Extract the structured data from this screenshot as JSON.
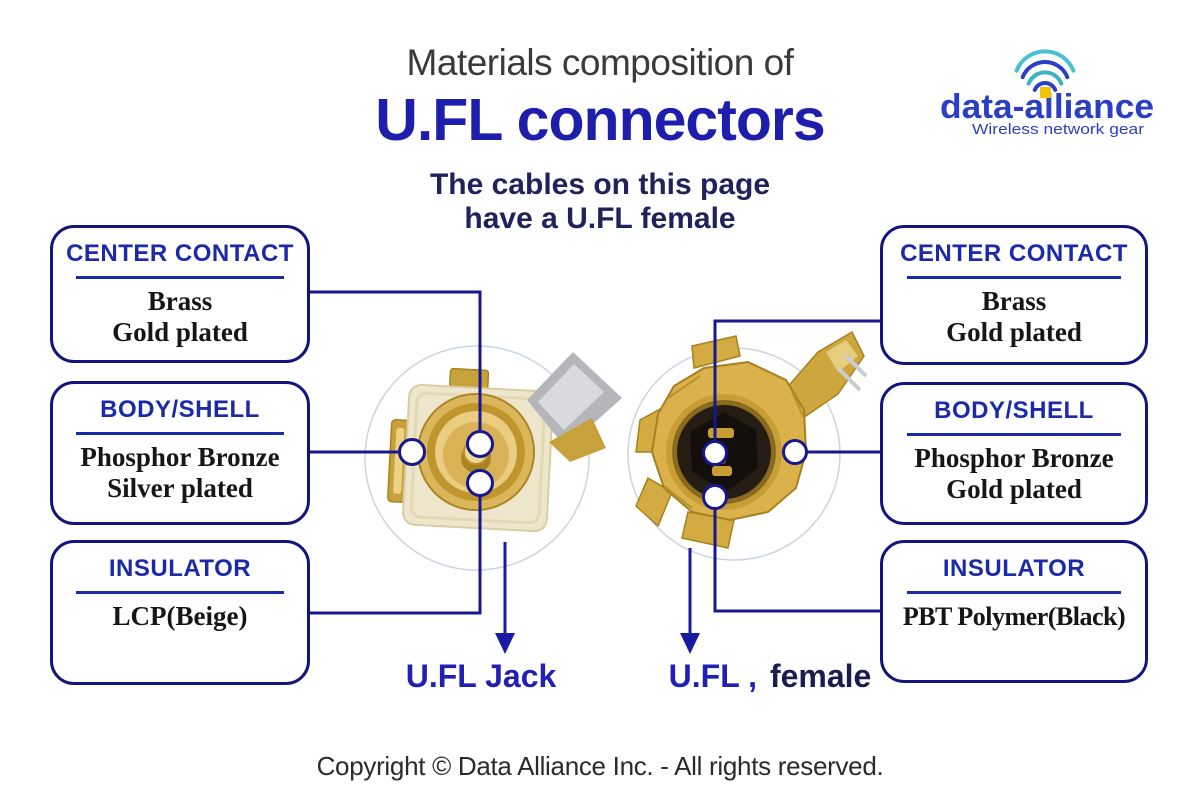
{
  "header": {
    "pretitle": "Materials composition of",
    "title": "U.FL connectors",
    "subtitle_line1": "The cables on this page",
    "subtitle_line2": "have a U.FL female"
  },
  "logo": {
    "name": "data-alliance",
    "tagline": "Wireless network gear"
  },
  "left_column": {
    "boxes": [
      {
        "heading": "CENTER CONTACT",
        "line1": "Brass",
        "line2": "Gold plated"
      },
      {
        "heading": "BODY/SHELL",
        "line1": "Phosphor Bronze",
        "line2": "Silver plated"
      },
      {
        "heading": "INSULATOR",
        "line1": "LCP(Beige)",
        "line2": ""
      }
    ]
  },
  "right_column": {
    "boxes": [
      {
        "heading": "CENTER CONTACT",
        "line1": "Brass",
        "line2": "Gold plated"
      },
      {
        "heading": "BODY/SHELL",
        "line1": "Phosphor Bronze",
        "line2": "Gold plated"
      },
      {
        "heading": "INSULATOR",
        "line1": "PBT Polymer(Black)",
        "line2": ""
      }
    ]
  },
  "connector_labels": {
    "left": "U.FL Jack",
    "right_part1": "U.FL ,",
    "right_part2": "female"
  },
  "footer": {
    "copyright": "Copyright © Data Alliance Inc. - All rights reserved."
  },
  "colors": {
    "accent_blue": "#1e1ead",
    "navy_text": "#21215c",
    "heading_blue": "#1b2aa8",
    "box_border_navy": "#14147d",
    "line_navy": "#17178f",
    "logo_blue": "#2a3ec6",
    "logo_teal": "#3db3c4",
    "logo_yellow": "#f4c400",
    "connector_gold": "#dab14b",
    "insulator_beige": "#eee6ca",
    "insulator_black": "#251d13"
  }
}
